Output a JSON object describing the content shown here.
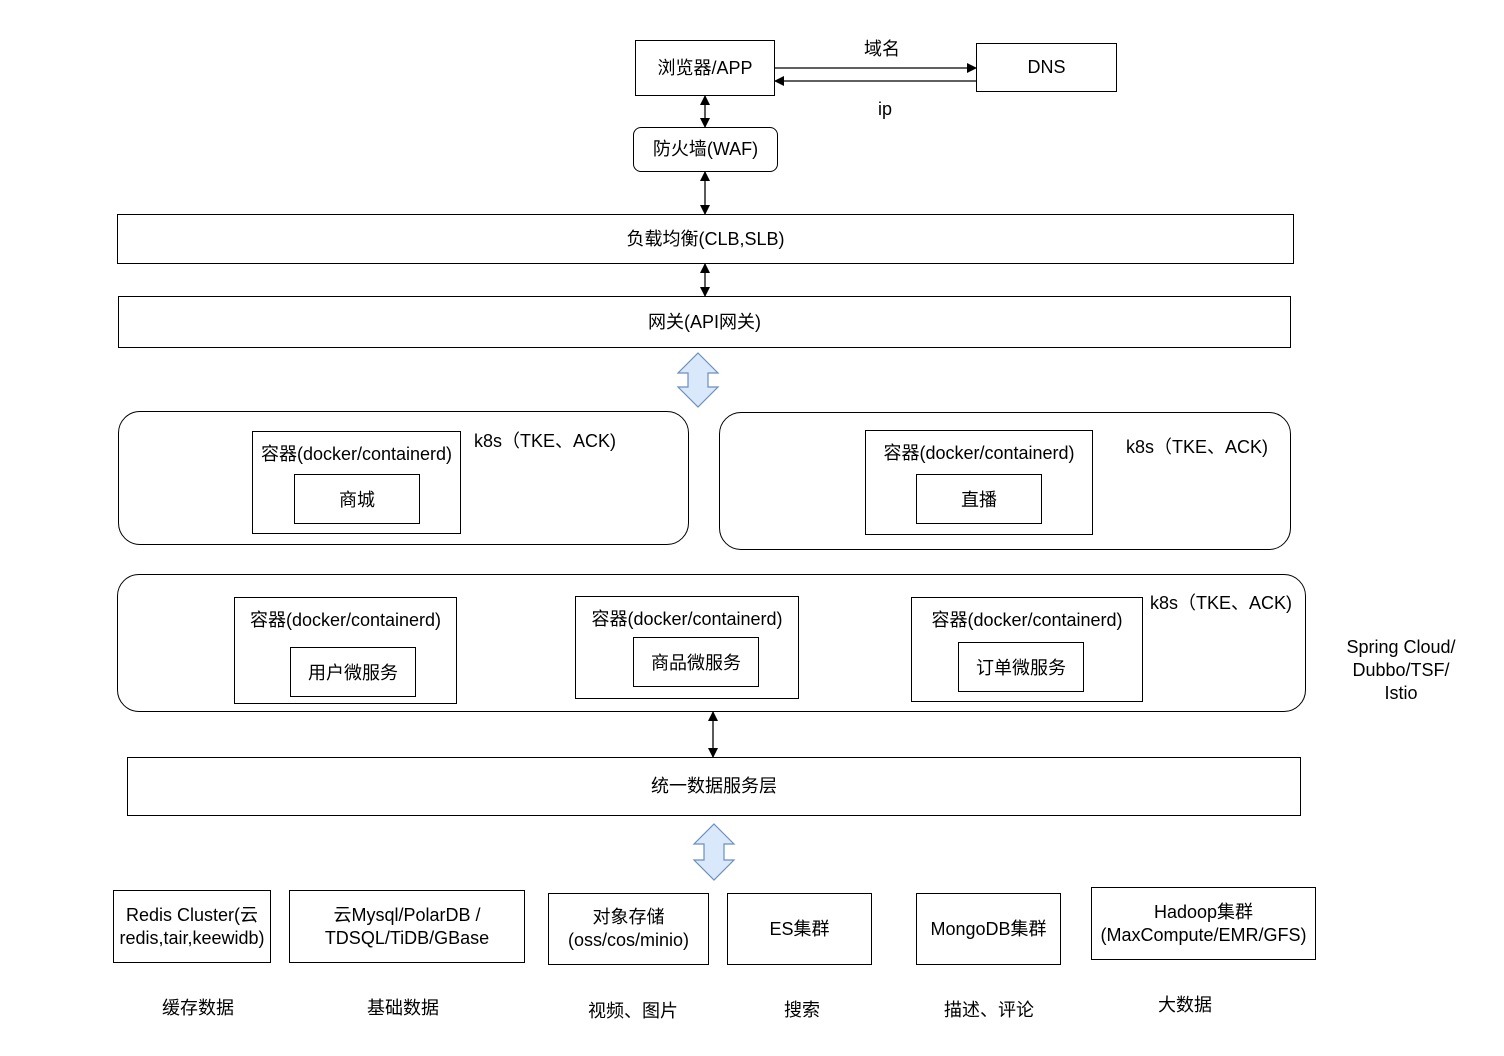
{
  "edge": {
    "browser": "浏览器/APP",
    "dns": "DNS",
    "domain_label": "域名",
    "ip_label": "ip",
    "waf": "防火墙(WAF)"
  },
  "layers": {
    "load_balancer": "负载均衡(CLB,SLB)",
    "gateway": "网关(API网关)",
    "data_service": "统一数据服务层"
  },
  "clusters": {
    "left": {
      "label": "k8s（TKE、ACK)",
      "container_title": "容器(docker/containerd)",
      "service": "商城"
    },
    "right": {
      "label": "k8s（TKE、ACK)",
      "container_title": "容器(docker/containerd)",
      "service": "直播"
    },
    "micro": {
      "label": "k8s（TKE、ACK)",
      "containers": [
        {
          "title": "容器(docker/containerd)",
          "service": "用户微服务"
        },
        {
          "title": "容器(docker/containerd)",
          "service": "商品微服务"
        },
        {
          "title": "容器(docker/containerd)",
          "service": "订单微服务"
        }
      ]
    }
  },
  "framework_note": "Spring Cloud/\nDubbo/TSF/\nIstio",
  "storage": [
    {
      "name": "Redis Cluster(云\nredis,tair,keewidb)",
      "caption": "缓存数据"
    },
    {
      "name": "云Mysql/PolarDB /\nTDSQL/TiDB/GBase",
      "caption": "基础数据"
    },
    {
      "name": "对象存储\n(oss/cos/minio)",
      "caption": "视频、图片"
    },
    {
      "name": "ES集群",
      "caption": "搜索"
    },
    {
      "name": "MongoDB集群",
      "caption": "描述、评论"
    },
    {
      "name": "Hadoop集群\n(MaxCompute/EMR/GFS)",
      "caption": "大数据"
    }
  ],
  "colors": {
    "line": "#000000",
    "block_arrow_fill": "#dae8fc",
    "block_arrow_stroke": "#6c8ebf"
  }
}
